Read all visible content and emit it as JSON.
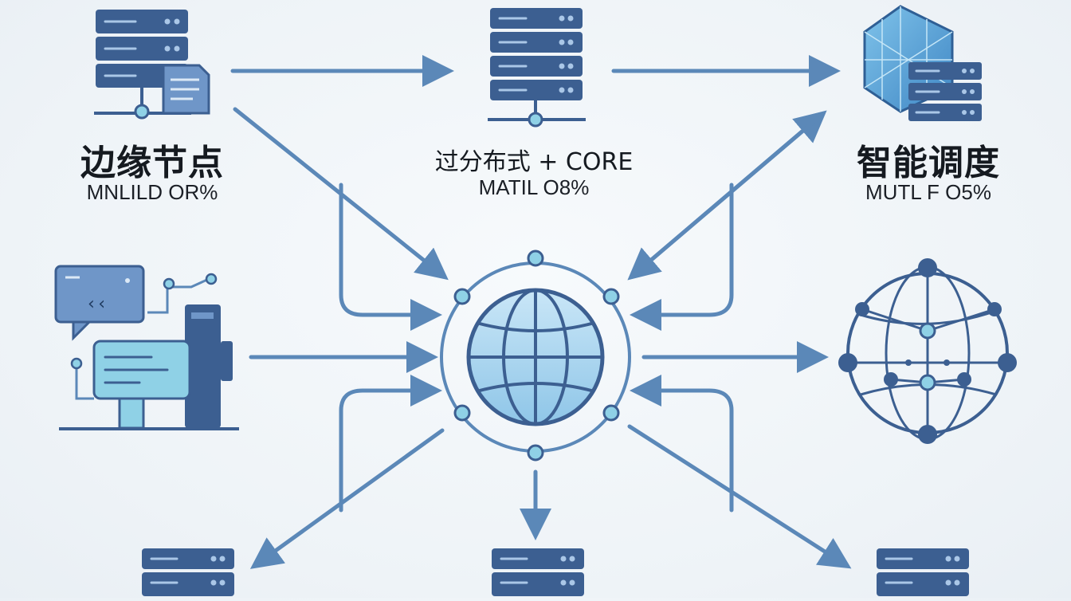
{
  "nodes": {
    "edge": {
      "title": "边缘节点",
      "subtitle": "MNLILD OR%"
    },
    "core": {
      "title": "过分布式 + CORE",
      "subtitle": "MATIL O8%"
    },
    "scheduler": {
      "title": "智能调度",
      "subtitle": "MUTL F O5%"
    }
  },
  "icons": {
    "edge": "server-with-document-icon",
    "core": "server-stack-icon",
    "scheduler": "cube-with-servers-icon",
    "client": "computer-with-chat-icon",
    "hub": "globe-network-icon",
    "mesh": "network-sphere-icon",
    "bottom_left": "server-icon",
    "bottom_center": "server-icon",
    "bottom_right": "server-icon"
  },
  "colors": {
    "arrow": "#5b88b8",
    "server_dark": "#3c5f91",
    "server_light": "#6f96c8",
    "globe_fill": "#a9d3ef",
    "accent_cyan": "#8fd1e6"
  }
}
